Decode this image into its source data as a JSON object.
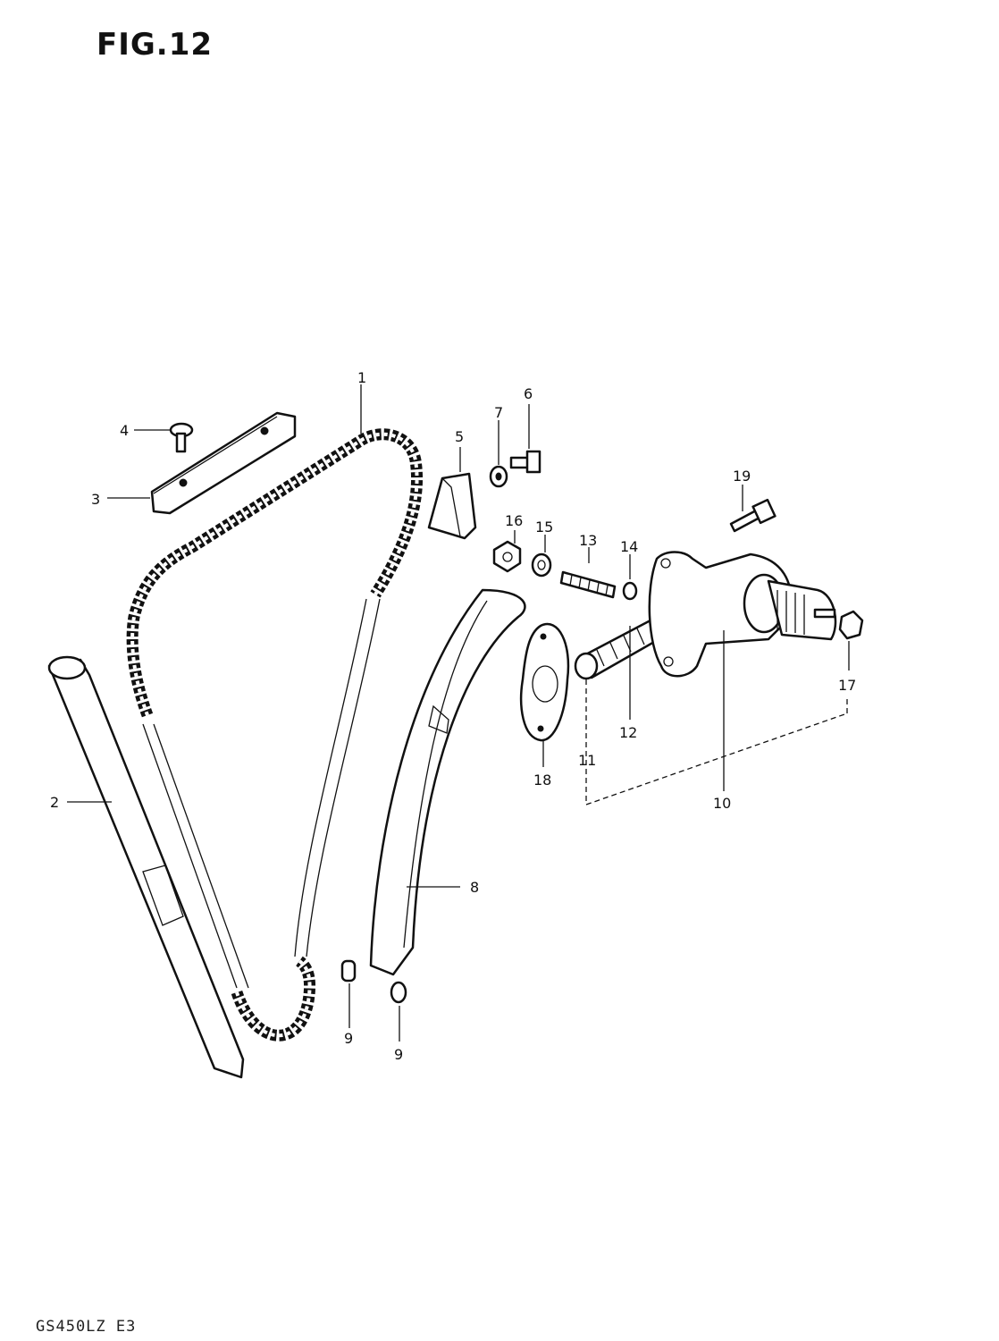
{
  "figure": {
    "title": "FIG.12",
    "model_code": "GS450LZ E3"
  },
  "callouts": [
    {
      "id": "1",
      "text": "1"
    },
    {
      "id": "2",
      "text": "2"
    },
    {
      "id": "3",
      "text": "3"
    },
    {
      "id": "4",
      "text": "4"
    },
    {
      "id": "5",
      "text": "5"
    },
    {
      "id": "6",
      "text": "6"
    },
    {
      "id": "7",
      "text": "7"
    },
    {
      "id": "8",
      "text": "8"
    },
    {
      "id": "9a",
      "text": "9"
    },
    {
      "id": "9b",
      "text": "9"
    },
    {
      "id": "10",
      "text": "10"
    },
    {
      "id": "11",
      "text": "11"
    },
    {
      "id": "12",
      "text": "12"
    },
    {
      "id": "13",
      "text": "13"
    },
    {
      "id": "14",
      "text": "14"
    },
    {
      "id": "15",
      "text": "15"
    },
    {
      "id": "16",
      "text": "16"
    },
    {
      "id": "17",
      "text": "17"
    },
    {
      "id": "18",
      "text": "18"
    },
    {
      "id": "19",
      "text": "19"
    }
  ]
}
